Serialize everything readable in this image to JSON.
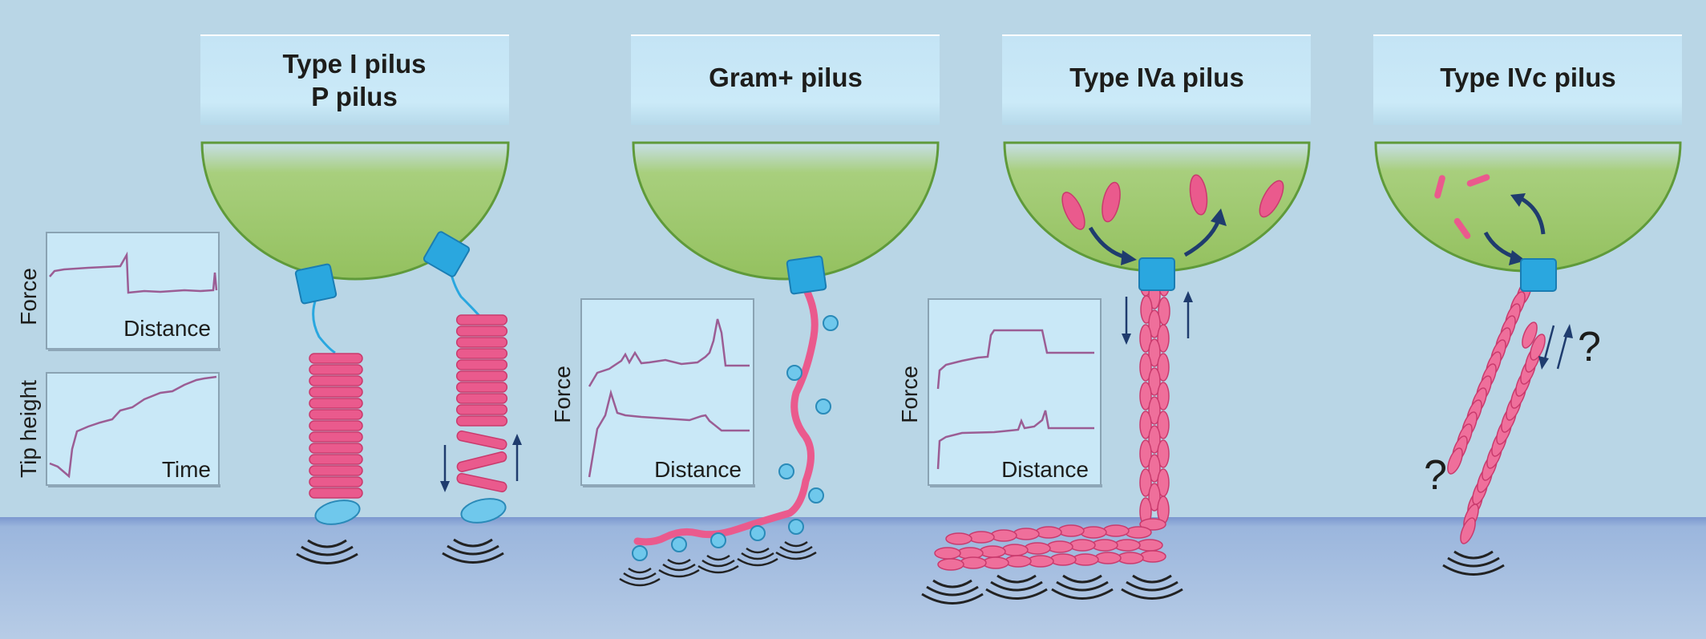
{
  "panels": [
    {
      "id": "type1",
      "title": [
        "Type I pilus",
        "P pilus"
      ]
    },
    {
      "id": "gram",
      "title": [
        "Gram+ pilus"
      ]
    },
    {
      "id": "type4a",
      "title": [
        "Type IVa pilus"
      ]
    },
    {
      "id": "type4c",
      "title": [
        "Type IVc pilus"
      ]
    }
  ],
  "graphs": {
    "type1_force": {
      "ylabel": "Force",
      "xlabel": "Distance"
    },
    "type1_tip": {
      "ylabel": "Tip height",
      "xlabel": "Time"
    },
    "gram_force": {
      "ylabel": "Force",
      "xlabel": "Distance"
    },
    "type4a_force": {
      "ylabel": "Force",
      "xlabel": "Distance"
    }
  },
  "annotations": {
    "unknown_1": "?",
    "unknown_2": "?"
  },
  "colors": {
    "background": "#b9d6e6",
    "surface": "#8fabd6",
    "cell": "#9cc667",
    "pilin": "#ea5a8d",
    "adhesin": "#6fc8ec",
    "machine": "#2aa7df",
    "arrow": "#1f3c6e",
    "trace": "#9b5d94"
  }
}
